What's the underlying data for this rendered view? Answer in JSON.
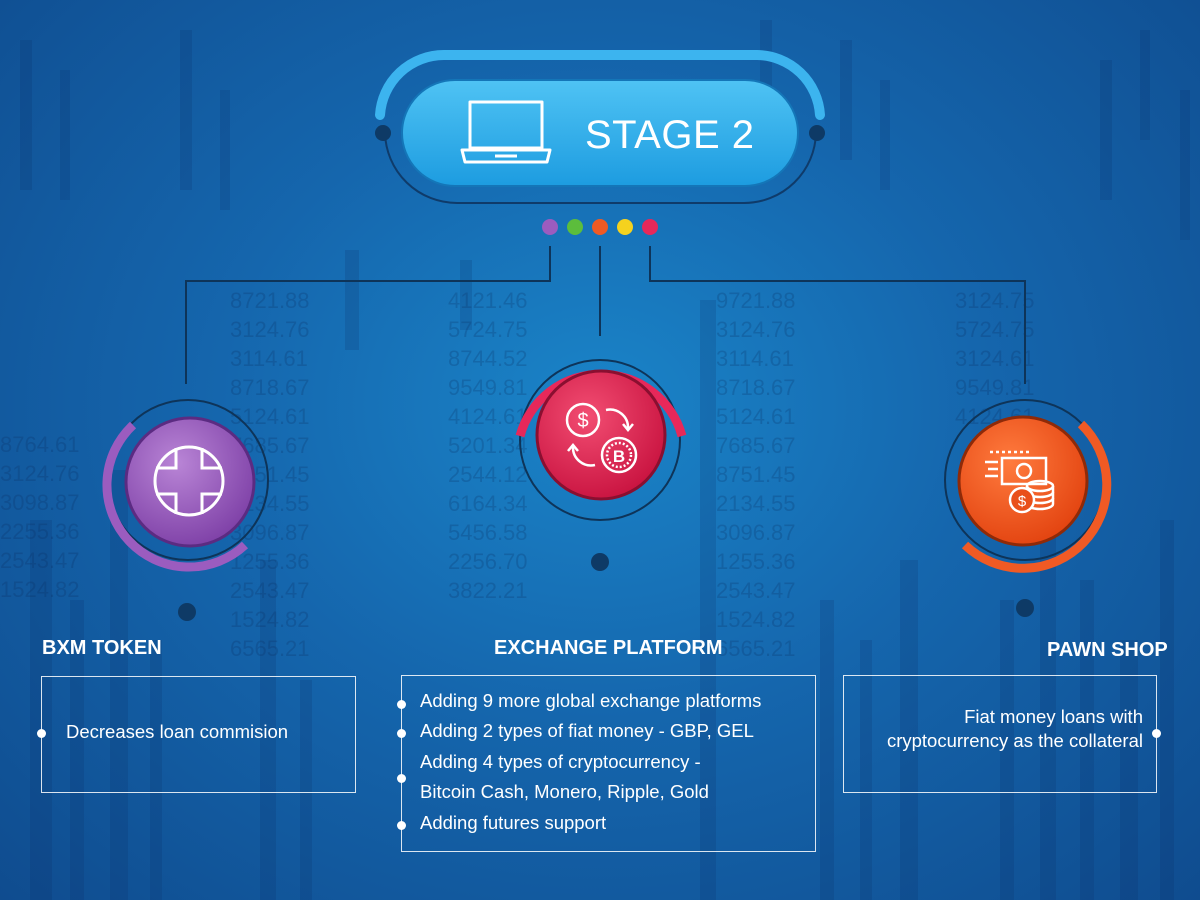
{
  "header": {
    "title": "STAGE 2",
    "icon": "laptop-icon"
  },
  "colors": {
    "purple": "#9b5cbf",
    "green": "#5cbd3c",
    "orange": "#f05a24",
    "yellow": "#f5d21e",
    "crimson": "#e7285a",
    "accent": "#36b3ee"
  },
  "columns": [
    {
      "title": "BXM TOKEN",
      "icon": "crosshair-target-icon",
      "items": [
        "Decreases loan commision"
      ]
    },
    {
      "title": "EXCHANGE PLATFORM",
      "icon": "crypto-exchange-icon",
      "items": [
        "Adding 9 more global exchange platforms",
        "Adding 2 types of fiat money - GBP, GEL",
        "Adding 4 types of cryptocurrency -",
        "Bitcoin Cash, Monero, Ripple, Gold",
        "Adding futures support"
      ]
    },
    {
      "title": "PAWN SHOP",
      "icon": "money-coins-icon",
      "items": [
        "Fiat money loans with",
        "cryptocurrency as the collateral"
      ]
    }
  ],
  "background_numbers": [
    "8721.88",
    "3124.76",
    "3114.61",
    "8718.67",
    "5124.61",
    "7685.67",
    "8751.45",
    "2134.55",
    "3096.87",
    "1255.36",
    "2543.47",
    "1524.82",
    "6565.21"
  ]
}
